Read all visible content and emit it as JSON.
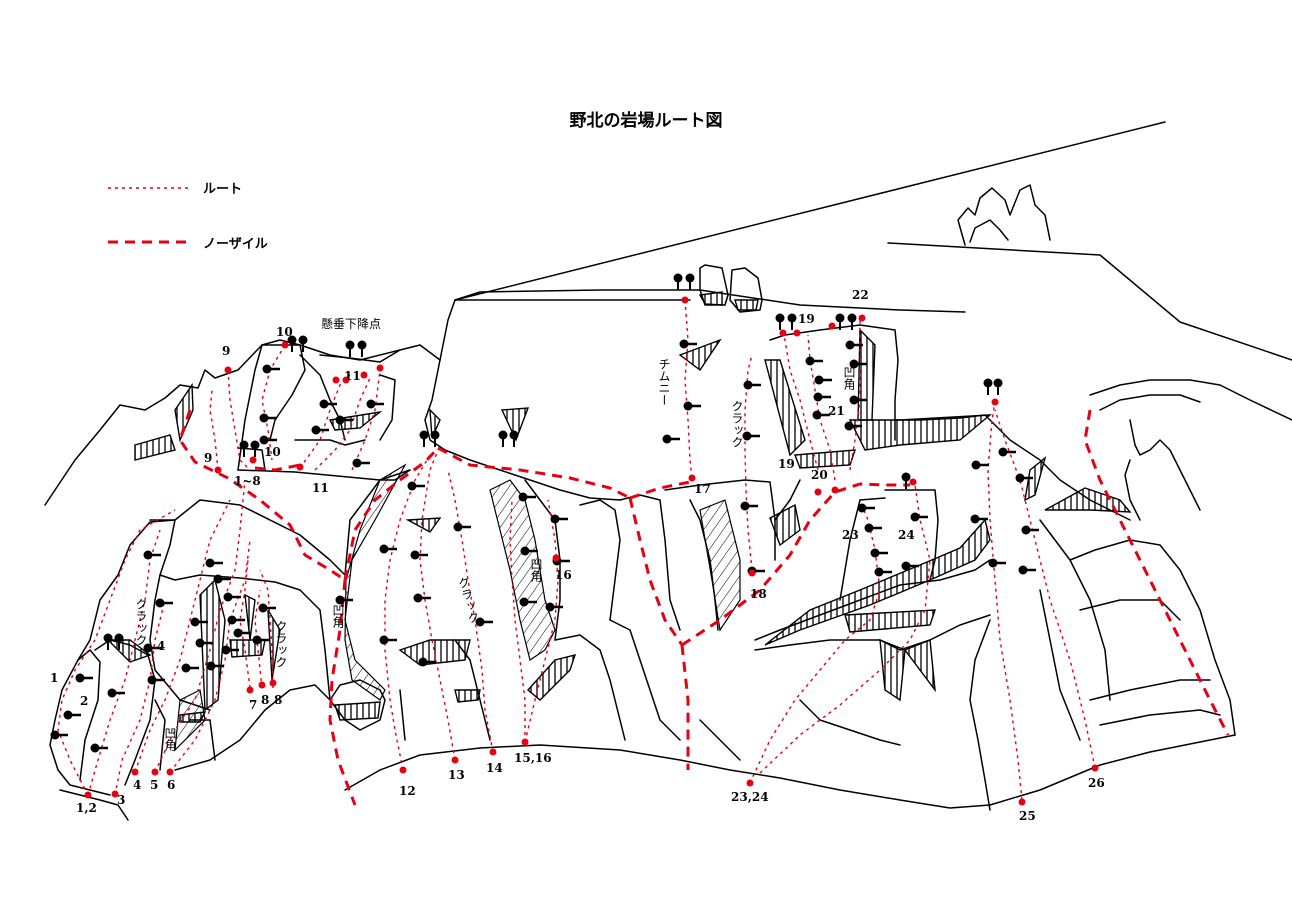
{
  "title": "野北の岩場ルート図",
  "legend": {
    "route_label": "ルート",
    "nosail_label": "ノーザイル",
    "route_color": "#e60012",
    "nosail_color": "#e60012"
  },
  "labels": {
    "descent_point": "懸垂下降点",
    "chimney": "チムニー",
    "crack": "クラック",
    "dihedral": "凹角"
  },
  "route_numbers": {
    "r1": "1",
    "r2": "2",
    "r1_2": "1,2",
    "r3": "3",
    "r4": "4",
    "r4b": "4",
    "r5": "5",
    "r6": "6",
    "r7": "7",
    "r8": "8",
    "r8b": "8",
    "r1_8": "1~8",
    "r9": "9",
    "r9b": "9",
    "r10": "10",
    "r10b": "10",
    "r11": "11",
    "r11b": "11",
    "r12": "12",
    "r13": "13",
    "r14": "14",
    "r15_16": "15,16",
    "r16": "16",
    "r17": "17",
    "r18": "18",
    "r19": "19",
    "r19b": "19",
    "r20": "20",
    "r21": "21",
    "r22": "22",
    "r23": "23",
    "r24": "24",
    "r23_24": "23,24",
    "r25": "25",
    "r26": "26"
  }
}
